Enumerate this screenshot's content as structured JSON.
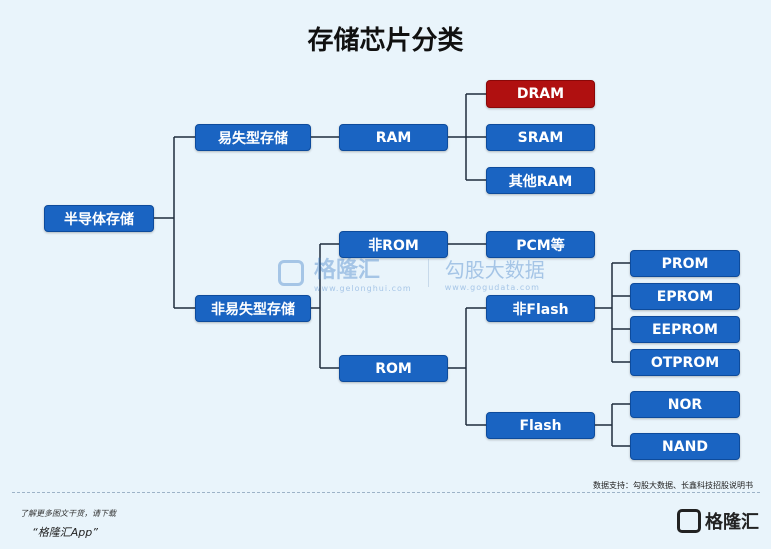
{
  "title": "存储芯片分类",
  "nodes": {
    "root": "半导体存储",
    "volatile": "易失型存储",
    "nonvolatile": "非易失型存储",
    "ram": "RAM",
    "dram": "DRAM",
    "sram": "SRAM",
    "other_ram": "其他RAM",
    "non_rom": "非ROM",
    "pcm": "PCM等",
    "rom": "ROM",
    "non_flash": "非Flash",
    "flash": "Flash",
    "prom": "PROM",
    "eprom": "EPROM",
    "eeprom": "EEPROM",
    "otprom": "OTPROM",
    "nor": "NOR",
    "nand": "NAND"
  },
  "watermark": {
    "brand": "格隆汇",
    "brand_url": "www.gelonghui.com",
    "partner": "勾股大数据",
    "partner_url": "www.gogudata.com"
  },
  "source": "数据支持：勾股大数据、长鑫科技招股说明书",
  "footer": {
    "line1": "了解更多图文干货，请下载",
    "line2": "“格隆汇App”",
    "brand": "格隆汇"
  },
  "colors": {
    "node": "#1a64c2",
    "highlight": "#b01010",
    "line": "#1f2d3d",
    "background": "#e9f4fb"
  }
}
